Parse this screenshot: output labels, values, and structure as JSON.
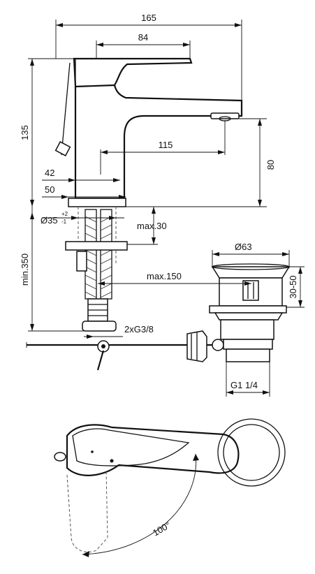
{
  "dimensions": {
    "overall_width": "165",
    "lever_width": "84",
    "height": "135",
    "spout_reach": "115",
    "spout_height": "80",
    "body_42": "42",
    "body_50": "50",
    "hole_diameter": "Ø35",
    "hole_tolerance_plus": "+2",
    "hole_tolerance_minus": "-1",
    "max_30": "max.30",
    "min_350": "min.350",
    "max_150": "max.150",
    "waste_diameter": "Ø63",
    "waste_range": "30-50",
    "connection": "2xG3/8",
    "waste_thread": "G1 1/4",
    "rotation_angle": "100°"
  }
}
